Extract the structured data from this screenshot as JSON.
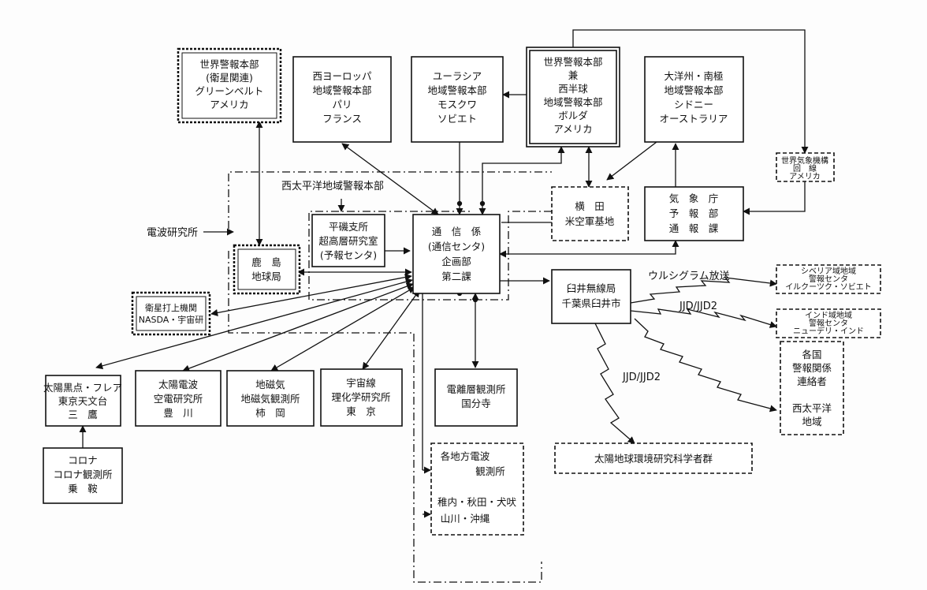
{
  "nodes": {
    "green_belt": [
      "世界警報本部",
      "(衛星関連)",
      "グリーンベルト",
      "アメリカ"
    ],
    "west_europe": [
      "西ヨーロッパ",
      "地域警報本部",
      "パリ",
      "フランス"
    ],
    "eurasia": [
      "ユーラシア",
      "地域警報本部",
      "モスクワ",
      "ソビエト"
    ],
    "world_hq": [
      "世界警報本部",
      "兼",
      "西半球",
      "地域警報本部",
      "ボルダ",
      "アメリカ"
    ],
    "oceania": [
      "大洋州・南極",
      "地域警報本部",
      "シドニー",
      "オーストラリア"
    ],
    "wmo_line": [
      "世界気象機構",
      "回　線",
      "アメリカ"
    ],
    "yokota": [
      "横　田",
      "米空軍基地"
    ],
    "jma": [
      "気　象　庁",
      "予　報　部",
      "通　報　課"
    ],
    "hiraiso": [
      "平磯支所",
      "超高層研究室",
      "(予報センタ)"
    ],
    "tsushin": [
      "通　信　係",
      "(通信センタ)",
      "企画部",
      "第二課"
    ],
    "kashima": [
      "鹿　島",
      "地球局"
    ],
    "nasda": [
      "衛星打上機関",
      "NASDA・宇宙研"
    ],
    "usui": [
      "臼井無線局",
      "千葉県臼井市"
    ],
    "siberia": [
      "シベリア域地域",
      "警報センタ",
      "イルクーツク・ソビエト"
    ],
    "india": [
      "インド域地域",
      "警報センタ",
      "ニューデリ・インド"
    ],
    "kakkoku": [
      "各国",
      "警報関係",
      "連絡者",
      "",
      "西太平洋",
      "地域"
    ],
    "taiyo_kokuten": [
      "太陽黒点・フレア",
      "東京天文台",
      "三　鷹"
    ],
    "taiyo_denpa": [
      "太陽電波",
      "空電研究所",
      "豊　川"
    ],
    "chijiki": [
      "地磁気",
      "地磁気観測所",
      "柿　岡"
    ],
    "uchusen": [
      "宇宙線",
      "理化学研究所",
      "東　京"
    ],
    "denriso": [
      "電離層観測所",
      "国分寺"
    ],
    "kakuchiho": [
      "各地方電波",
      "観測所",
      "稚内・秋田・犬吠",
      "山川・沖縄"
    ],
    "corona": [
      "コロナ",
      "コロナ観測所",
      "乗　鞍"
    ],
    "scientists": [
      "太陽地球環境研究科学者群"
    ]
  },
  "labels": {
    "west_pacific_hq": "西太平洋地域警報本部",
    "denpa_kenkyusho": "電波研究所",
    "ursigram": "ウルシグラム放送",
    "jjd1": "JJD/JJD2",
    "jjd2": "JJD/JJD2"
  }
}
